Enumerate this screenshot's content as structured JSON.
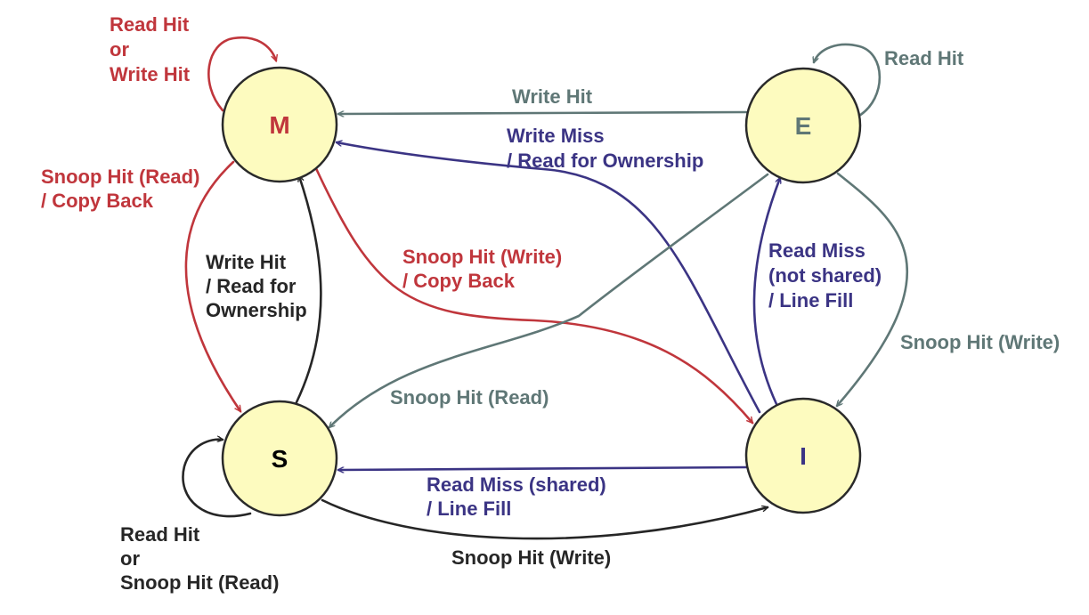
{
  "colors": {
    "red": "#c0363c",
    "gray": "#5f7776",
    "blue": "#3b3484",
    "black": "#262626",
    "node_fill": "#fdfbbf"
  },
  "states": {
    "m": "M",
    "e": "E",
    "s": "S",
    "i": "I"
  },
  "labels": {
    "m_self": [
      "Read Hit",
      "or",
      "Write Hit"
    ],
    "m_to_s": [
      "Snoop Hit (Read)",
      "/ Copy Back"
    ],
    "s_to_m": [
      "Write Hit",
      "/ Read for",
      "Ownership"
    ],
    "m_to_i": [
      "Snoop Hit (Write)",
      "/ Copy Back"
    ],
    "e_to_m": [
      "Write Hit"
    ],
    "i_to_m": [
      "Write Miss",
      "/ Read for Ownership"
    ],
    "e_self": [
      "Read Hit"
    ],
    "i_to_e": [
      "Read Miss",
      "(not shared)",
      "/ Line Fill"
    ],
    "e_to_i": [
      "Snoop Hit (Write)"
    ],
    "e_to_s": [
      "Snoop Hit (Read)"
    ],
    "i_to_s": [
      "Read Miss (shared)",
      "/ Line Fill"
    ],
    "s_to_i": [
      "Snoop Hit (Write)"
    ],
    "s_self": [
      "Read Hit",
      "or",
      "Snoop Hit (Read)"
    ]
  }
}
